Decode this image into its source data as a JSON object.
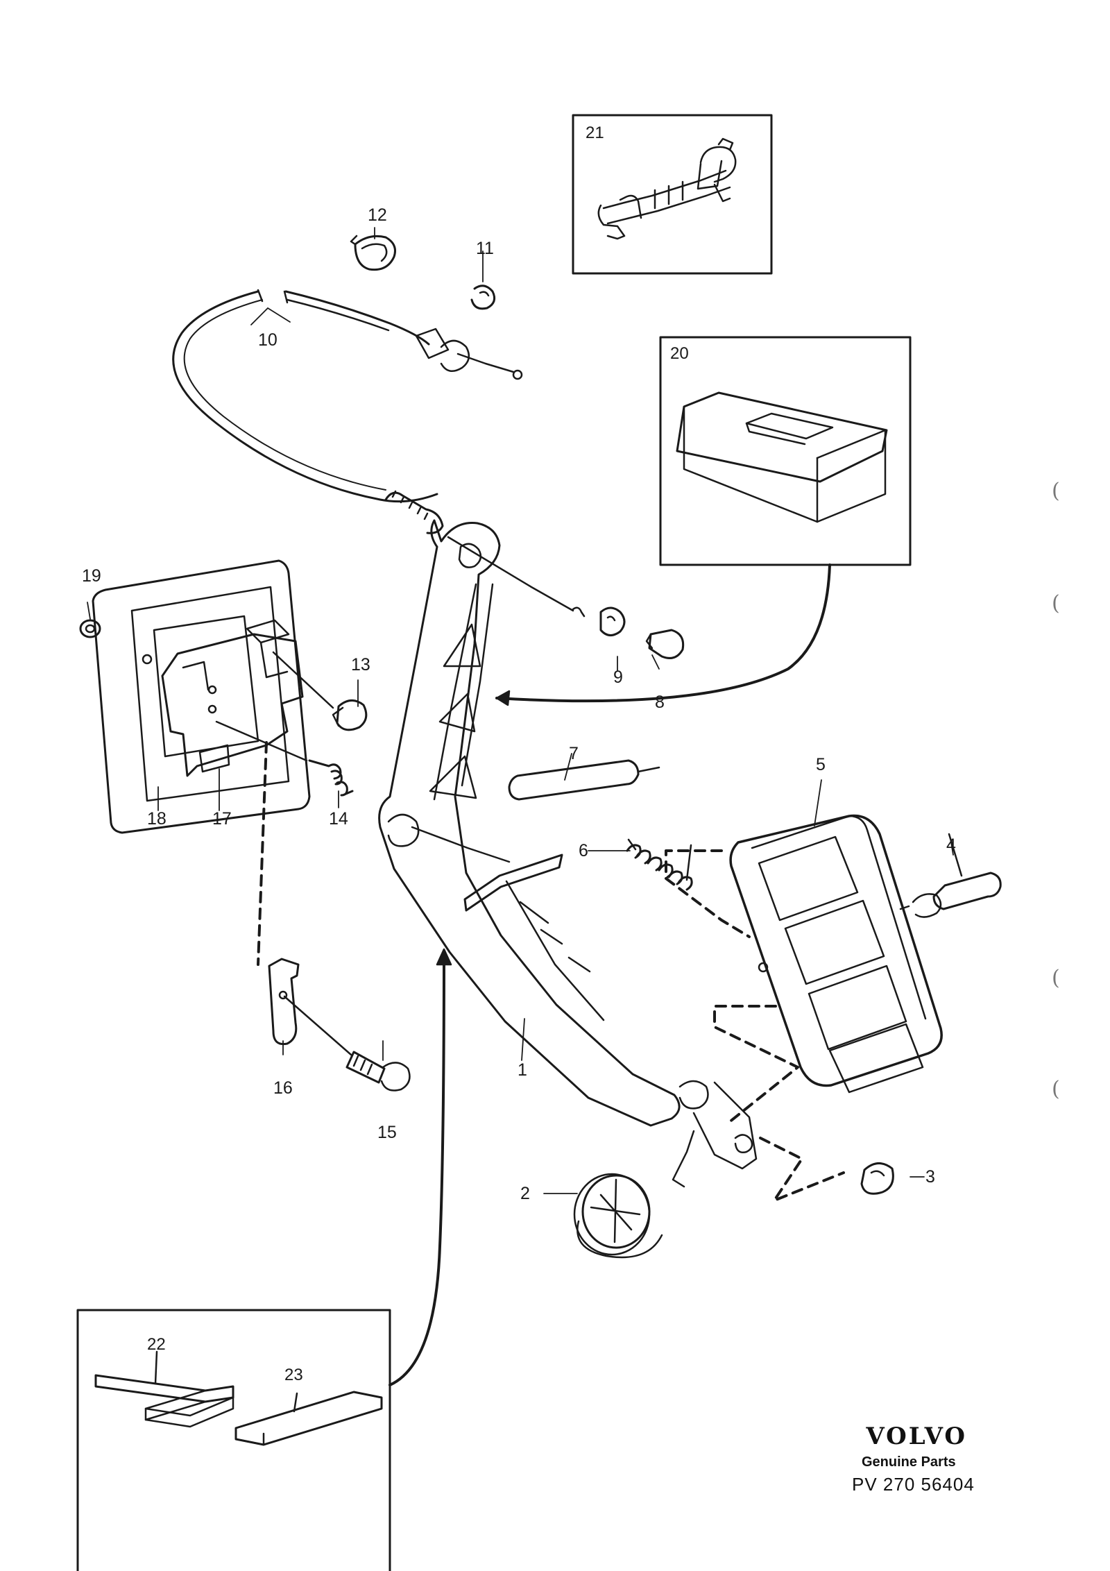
{
  "callouts": [
    "1",
    "2",
    "3",
    "4",
    "5",
    "6",
    "7",
    "8",
    "9",
    "10",
    "11",
    "12",
    "13",
    "14",
    "15",
    "16",
    "17",
    "18",
    "19"
  ],
  "insets": {
    "inset_20": "20",
    "inset_21": "21",
    "inset_22": "22",
    "inset_23": "23"
  },
  "branding": {
    "brand": "VOLVO",
    "tagline": "Genuine Parts",
    "part_number": "PV  270 56404"
  },
  "colors": {
    "ink": "#1a1a1a",
    "paper": "#ffffff"
  }
}
